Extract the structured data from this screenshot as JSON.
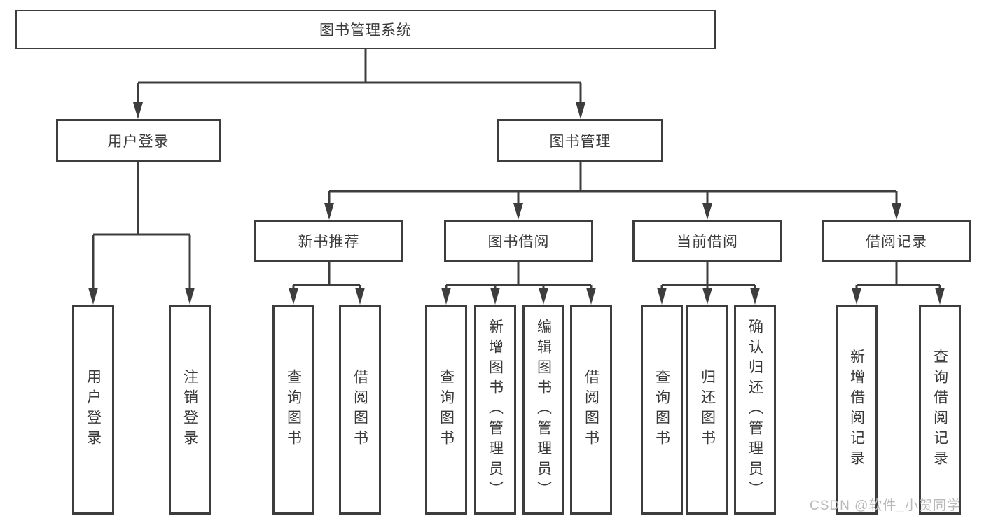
{
  "diagram": {
    "root": "图书管理系统",
    "level2": [
      "用户登录",
      "图书管理"
    ],
    "level3": [
      "新书推荐",
      "图书借阅",
      "当前借阅",
      "借阅记录"
    ],
    "leaves": {
      "user_login": [
        "用户登录",
        "注销登录"
      ],
      "new_books": [
        "查询图书",
        "借阅图书"
      ],
      "book_borrow": [
        "查询图书",
        "新增图书（管理员）",
        "编辑图书（管理员）",
        "借阅图书"
      ],
      "current_borrow": [
        "查询图书",
        "归还图书",
        "确认归还（管理员）"
      ],
      "borrow_records": [
        "新增借阅记录",
        "查询借阅记录"
      ]
    }
  },
  "watermark": "CSDN @软件_小贺同学",
  "colors": {
    "line": "#3d3d3d",
    "text": "#3a3a3a",
    "watermark": "#b9b9b9",
    "background": "#ffffff"
  }
}
